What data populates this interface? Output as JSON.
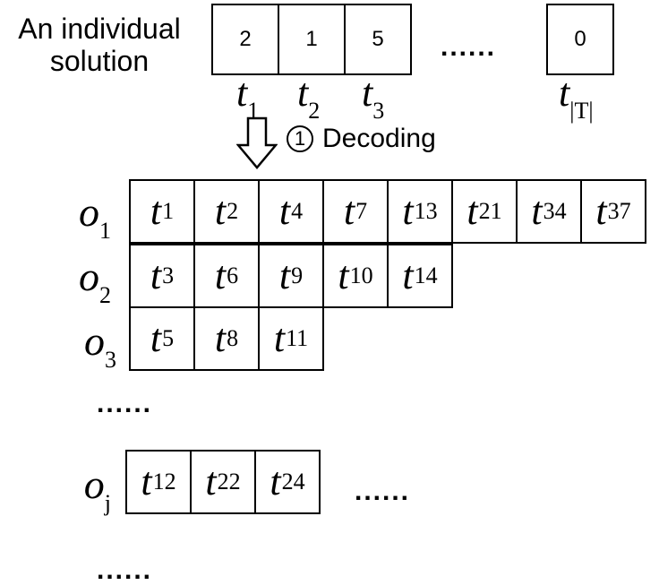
{
  "individual_label": "An individual solution",
  "genes": [
    {
      "value": "2",
      "label_base": "t",
      "label_sub": "1"
    },
    {
      "value": "1",
      "label_base": "t",
      "label_sub": "2"
    },
    {
      "value": "5",
      "label_base": "t",
      "label_sub": "3"
    }
  ],
  "gene_ellipsis": "......",
  "last_gene": {
    "value": "0",
    "label_base": "t",
    "label_sub": "|T|"
  },
  "decoding": {
    "step_number": "1",
    "label": "Decoding"
  },
  "rows": [
    {
      "label_base": "o",
      "label_sub": "1",
      "tasks": [
        "1",
        "2",
        "4",
        "7",
        "13",
        "21",
        "34",
        "37"
      ]
    },
    {
      "label_base": "o",
      "label_sub": "2",
      "tasks": [
        "3",
        "6",
        "9",
        "10",
        "14"
      ]
    },
    {
      "label_base": "o",
      "label_sub": "3",
      "tasks": [
        "5",
        "8",
        "11"
      ]
    },
    {
      "label_base": "o",
      "label_sub": "j",
      "tasks": [
        "12",
        "22",
        "24"
      ]
    }
  ],
  "row_ellipsis": "......",
  "task_ellipsis": "......",
  "bottom_ellipsis": "......",
  "task_base": "t",
  "colors": {
    "stroke": "#000000",
    "background": "#ffffff"
  }
}
